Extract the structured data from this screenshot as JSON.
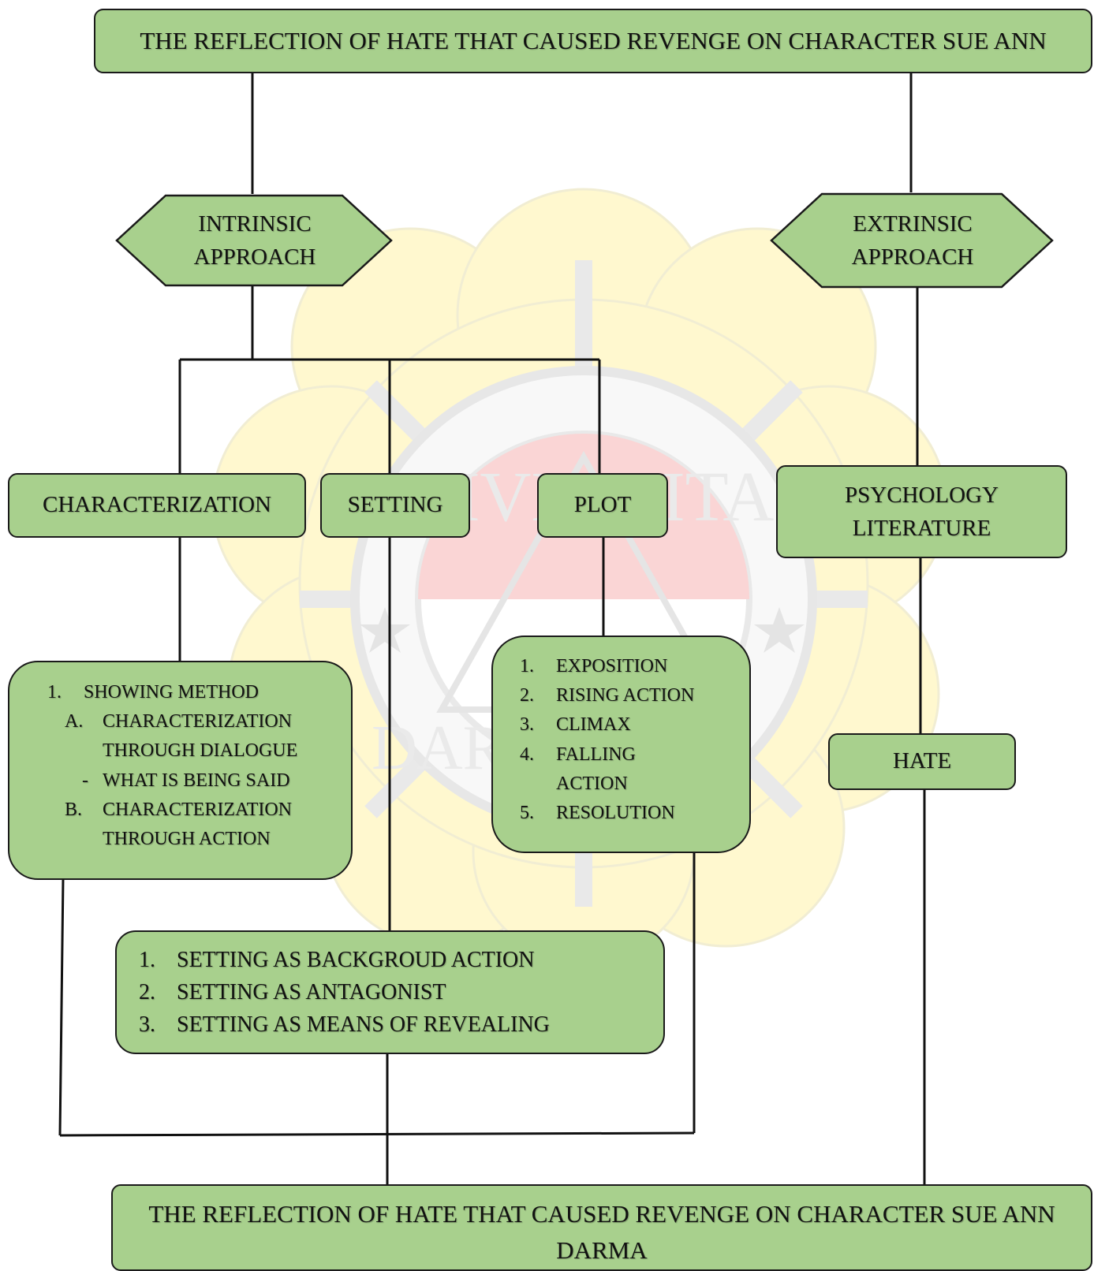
{
  "colors": {
    "box_fill": "#a8d08d",
    "stroke": "#1a1a1a",
    "watermark_yellow": "#fff8b8",
    "watermark_red": "#f4b6b6"
  },
  "title_top": "THE REFLECTION OF HATE THAT CAUSED REVENGE ON CHARACTER SUE ANN",
  "title_bottom": "THE REFLECTION OF HATE THAT CAUSED REVENGE ON CHARACTER SUE ANN",
  "intrinsic": {
    "line1": "INTRINSIC",
    "line2": "APPROACH"
  },
  "extrinsic": {
    "line1": "EXTRINSIC",
    "line2": "APPROACH"
  },
  "nodes": {
    "characterization": "CHARACTERIZATION",
    "setting": "SETTING",
    "plot": "PLOT",
    "psychology_line1": "PSYCHOLOGY",
    "psychology_line2": "LITERATURE",
    "hate": "HATE"
  },
  "characterization_list": [
    {
      "marker": "1.",
      "text": "SHOWING METHOD"
    },
    {
      "marker": "A.",
      "text": "CHARACTERIZATION"
    },
    {
      "marker": "",
      "text": "THROUGH DIALOGUE"
    },
    {
      "marker": "-",
      "text": "WHAT IS BEING SAID"
    },
    {
      "marker": "B.",
      "text": "CHARACTERIZATION"
    },
    {
      "marker": "",
      "text": "THROUGH ACTION"
    }
  ],
  "plot_list": [
    {
      "marker": "1.",
      "text": "EXPOSITION"
    },
    {
      "marker": "2.",
      "text": "RISING ACTION"
    },
    {
      "marker": "3.",
      "text": "CLIMAX"
    },
    {
      "marker": "4.",
      "text": "FALLING"
    },
    {
      "marker": "",
      "text": "ACTION"
    },
    {
      "marker": "5.",
      "text": "RESOLUTION"
    }
  ],
  "setting_list": [
    {
      "marker": "1.",
      "text": "SETTING AS BACKGROUD ACTION"
    },
    {
      "marker": "2.",
      "text": "SETTING AS ANTAGONIST"
    },
    {
      "marker": "3.",
      "text": "SETTING AS MEANS OF REVEALING"
    }
  ],
  "watermark": {
    "top_text": "UNIVERSITAS",
    "bottom_text": "DARMA"
  },
  "watermark_bottom_cut": "DARMA"
}
